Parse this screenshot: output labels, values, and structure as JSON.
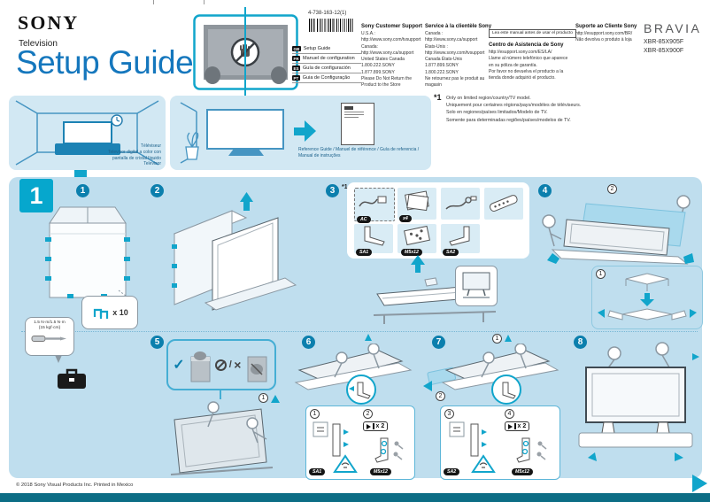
{
  "header": {
    "brand": "SONY",
    "subtitle": "Television",
    "title": "Setup Guide",
    "part_number": "4-738-163-12(1)",
    "languages": [
      {
        "code": "GB",
        "label": "Setup Guide"
      },
      {
        "code": "FR",
        "label": "Manuel de configuration"
      },
      {
        "code": "ES",
        "label": "Guía de configuración"
      },
      {
        "code": "PT",
        "label": "Guia de Configuração"
      }
    ],
    "logo_right": "BRAVIA",
    "models": [
      "XBR-85X905F",
      "XBR-85X900F"
    ]
  },
  "support": {
    "col1": {
      "title": "Sony Customer Support",
      "lines": [
        "U.S.A.:",
        "http://www.sony.com/tvsupport",
        "Canada:",
        "http://www.sony.ca/support",
        "United States   Canada",
        "1.800.222.SONY   1.877.899.SONY",
        "Please Do Not Return the Product to the Store"
      ]
    },
    "col2": {
      "title": "Service à la clientèle Sony",
      "lines": [
        "Canada :",
        "http://www.sony.ca/support",
        "États-Unis :",
        "http://www.sony.com/tvsupport",
        "Canada   États-Unis",
        "1.877.899.SONY   1.800.222.SONY",
        "Ne retournez pas le produit au magasin"
      ]
    },
    "col3": {
      "banner": "Lea este manual antes de usar el producto",
      "title": "Centro de Asistencia de Sony",
      "lines": [
        "http://esupport.sony.com/ES/LA/",
        "Llame al número telefónico que aparece en su póliza de garantía.",
        "Por favor no devuelva el producto a la tienda donde adquirió el producto."
      ]
    },
    "col4": {
      "title": "Suporte ao Cliente Sony",
      "lines": [
        "http://esupport.sony.com/BR/",
        "Não devolva o produto à loja"
      ]
    }
  },
  "note": {
    "marker": "*1",
    "lines": [
      "Only on limited region/country/TV model.",
      "Uniquement pour certaines régions/pays/modèles de téléviseurs.",
      "Solo en regiones/países limitados/Modelo de TV.",
      "Somente para determinadas regiões/países/modelos de TV."
    ]
  },
  "intro": {
    "tv_caption": [
      "Téléviseur",
      "Televisor digital a color con",
      "pantalla de cristal líquido",
      "Televisor"
    ],
    "reference_caption": [
      "Reference Guide / Manuel de référence / Guía de referencia /",
      "Manual de instruções"
    ]
  },
  "main": {
    "section_number": "1",
    "step_numbers": [
      "1",
      "2",
      "3",
      "4",
      "5",
      "6",
      "7",
      "8"
    ],
    "substep_numbers": [
      "1",
      "2",
      "3",
      "4"
    ],
    "torque_note": [
      "1.5 N·m/1.5 N·m",
      "{15 kgf·cm}"
    ],
    "clip_count": "x 10",
    "screw_count": "x 2",
    "accessories": {
      "marker": "*1",
      "labels": {
        "cord": "AC",
        "docs": "x4",
        "stand_left": "SA1",
        "screws": "M5x12",
        "stand_right": "SA2"
      }
    }
  },
  "footer": {
    "copyright": "© 2018 Sony Visual Products Inc.   Printed in Mexico"
  },
  "colors": {
    "accent_teal": "#11a5cb",
    "step_circle": "#0b7fad",
    "title_blue": "#1577bd",
    "panel_blue": "#bfdeee",
    "footer_bar": "#0c6d85"
  }
}
